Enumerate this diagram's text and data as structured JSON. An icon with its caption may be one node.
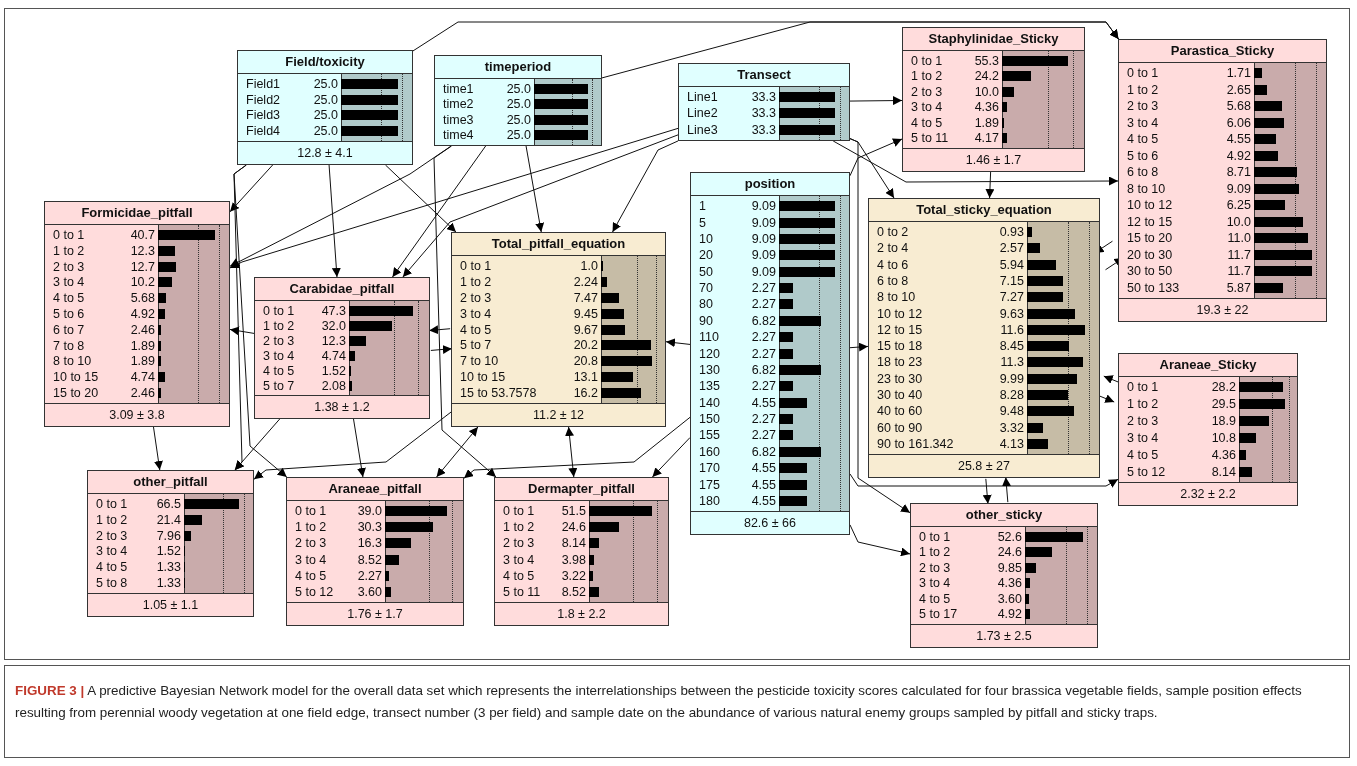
{
  "diagram": {
    "caption": "**FIGURE 3 |** A predictive Bayesian Network model for the overall data set which represents the interrelationships between the pesticide toxicity scores calculated for four brassica vegetable fields, sample position effects resulting from perennial woody vegetation at one field edge, transect number (3 per field) and sample date on the abundance of various natural enemy groups sampled by pitfall and sticky traps.",
    "nodes": [
      {
        "text": [
          "Field/toxicity",
          "Field1",
          "25.0",
          "Field2",
          "25.0",
          "Field3",
          "25.0",
          "Field4",
          "25.0",
          "12.8 ± 4.1"
        ]
      },
      {
        "text": [
          "timeperiod",
          "time1",
          "25.0",
          "time2",
          "25.0",
          "time3",
          "25.0",
          "time4",
          "25.0"
        ]
      },
      {
        "text": [
          "Transect",
          "Line1",
          "33.3",
          "Line2",
          "33.3",
          "Line3",
          "33.3"
        ]
      },
      {
        "text": [
          "Staphylinidae_Sticky",
          "0 to 1",
          "55.3",
          "1 to 2",
          "24.2",
          "2 to 3",
          "10.0",
          "3 to 4",
          "4.36",
          "4 to 5",
          "1.89",
          "5 to 11",
          "4.17",
          "1.46 ± 1.7"
        ]
      },
      {
        "text": [
          "Parastica_Sticky",
          "0 to 1",
          "1.71",
          "1 to 2",
          "2.65",
          "2 to 3",
          "5.68",
          "3 to 4",
          "6.06",
          "4 to 5",
          "4.55",
          "5 to 6",
          "4.92",
          "6 to 8",
          "8.71",
          "8 to 10",
          "9.09",
          "10 to 12",
          "6.25",
          "12 to 15",
          "10.0",
          "15 to 20",
          "11.0",
          "20 to 30",
          "11.7",
          "30 to 50",
          "11.7",
          "50 to 133",
          "5.87",
          "19.3 ± 22"
        ]
      },
      {
        "text": [
          "Formicidae_pitfall",
          "0 to 1",
          "40.7",
          "1 to 2",
          "12.3",
          "2 to 3",
          "12.7",
          "3 to 4",
          "10.2",
          "4 to 5",
          "5.68",
          "5 to 6",
          "4.92",
          "6 to 7",
          "2.46",
          "7 to 8",
          "1.89",
          "8 to 10",
          "1.89",
          "10 to 15",
          "4.74",
          "15 to 20",
          "2.46",
          "3.09 ± 3.8"
        ]
      },
      {
        "text": [
          "Carabidae_pitfall",
          "0 to 1",
          "47.3",
          "1 to 2",
          "32.0",
          "2 to 3",
          "12.3",
          "3 to 4",
          "4.74",
          "4 to 5",
          "1.52",
          "5 to 7",
          "2.08",
          "1.38 ± 1.2"
        ]
      },
      {
        "text": [
          "Total_pitfall_equation",
          "0 to 1",
          "1.0",
          "1 to 2",
          "2.24",
          "2 to 3",
          "7.47",
          "3 to 4",
          "9.45",
          "4 to 5",
          "9.67",
          "5 to 7",
          "20.2",
          "7 to 10",
          "20.8",
          "10 to 15",
          "13.1",
          "15 to 53.7578",
          "16.2",
          "11.2 ± 12"
        ]
      },
      {
        "text": [
          "position",
          "1",
          "9.09",
          "5",
          "9.09",
          "10",
          "9.09",
          "20",
          "9.09",
          "50",
          "9.09",
          "70",
          "2.27",
          "80",
          "2.27",
          "90",
          "6.82",
          "110",
          "2.27",
          "120",
          "2.27",
          "130",
          "6.82",
          "135",
          "2.27",
          "140",
          "4.55",
          "150",
          "2.27",
          "155",
          "2.27",
          "160",
          "6.82",
          "170",
          "4.55",
          "175",
          "4.55",
          "180",
          "4.55",
          "82.6 ± 66"
        ]
      },
      {
        "text": [
          "Total_sticky_equation",
          "0 to 2",
          "0.93",
          "2 to 4",
          "2.57",
          "4 to 6",
          "5.94",
          "6 to 8",
          "7.15",
          "8 to 10",
          "7.27",
          "10 to 12",
          "9.63",
          "12 to 15",
          "11.6",
          "15 to 18",
          "8.45",
          "18 to 23",
          "11.3",
          "23 to 30",
          "9.99",
          "30 to 40",
          "8.28",
          "40 to 60",
          "9.48",
          "60 to 90",
          "3.32",
          "90 to 161.342",
          "4.13",
          "25.8 ± 27"
        ]
      },
      {
        "text": [
          "Araneae_Sticky",
          "0 to 1",
          "28.2",
          "1 to 2",
          "29.5",
          "2 to 3",
          "18.9",
          "3 to 4",
          "10.8",
          "4 to 5",
          "4.36",
          "5 to 12",
          "8.14",
          "2.32 ± 2.2"
        ]
      },
      {
        "text": [
          "other_pitfall",
          "0 to 1",
          "66.5",
          "1 to 2",
          "21.4",
          "2 to 3",
          "7.96",
          "3 to 4",
          "1.52",
          "4 to 5",
          "1.33",
          "5 to 8",
          "1.33",
          "1.05 ± 1.1"
        ]
      },
      {
        "text": [
          "Araneae_pitfall",
          "0 to 1",
          "39.0",
          "1 to 2",
          "30.3",
          "2 to 3",
          "16.3",
          "3 to 4",
          "8.52",
          "4 to 5",
          "2.27",
          "5 to 12",
          "3.60",
          "1.76 ± 1.7"
        ]
      },
      {
        "text": [
          "Dermapter_pitfall",
          "0 to 1",
          "51.5",
          "1 to 2",
          "24.6",
          "2 to 3",
          "8.14",
          "3 to 4",
          "3.98",
          "4 to 5",
          "3.22",
          "5 to 11",
          "8.52",
          "1.8 ± 2.2"
        ]
      },
      {
        "text": [
          "other_sticky",
          "0 to 1",
          "52.6",
          "1 to 2",
          "24.6",
          "2 to 3",
          "9.85",
          "3 to 4",
          "4.36",
          "4 to 5",
          "3.60",
          "5 to 17",
          "4.92",
          "1.73 ± 2.5"
        ]
      }
    ],
    "edges": [
      {
        "from": 0,
        "to": 5,
        "arrow": "to"
      },
      {
        "from": 0,
        "to": 6,
        "arrow": "to"
      },
      {
        "from": 0,
        "to": 12,
        "arrow": "to"
      },
      {
        "from": 0,
        "to": 11,
        "arrow": "to"
      },
      {
        "from": 0,
        "to": 7,
        "arrow": "to"
      },
      {
        "from": 0,
        "to": 4,
        "arrow": "to"
      },
      {
        "from": 1,
        "to": 5,
        "arrow": "to"
      },
      {
        "from": 1,
        "to": 6,
        "arrow": "to"
      },
      {
        "from": 1,
        "to": 13,
        "arrow": "to"
      },
      {
        "from": 1,
        "to": 7,
        "arrow": "to"
      },
      {
        "from": 1,
        "to": 4,
        "arrow": "to"
      },
      {
        "from": 2,
        "to": 3,
        "arrow": "to"
      },
      {
        "from": 2,
        "to": 4,
        "arrow": "to"
      },
      {
        "from": 2,
        "to": 5,
        "arrow": "to"
      },
      {
        "from": 2,
        "to": 6,
        "arrow": "to"
      },
      {
        "from": 2,
        "to": 7,
        "arrow": "to"
      },
      {
        "from": 2,
        "to": 9,
        "arrow": "to"
      },
      {
        "from": 2,
        "to": 14,
        "arrow": "to"
      },
      {
        "from": 8,
        "to": 7,
        "arrow": "to"
      },
      {
        "from": 8,
        "to": 13,
        "arrow": "to"
      },
      {
        "from": 8,
        "to": 12,
        "arrow": "to"
      },
      {
        "from": 8,
        "to": 14,
        "arrow": "to"
      },
      {
        "from": 8,
        "to": 9,
        "arrow": "to"
      },
      {
        "from": 8,
        "to": 3,
        "arrow": "to"
      },
      {
        "from": 8,
        "to": 10,
        "arrow": "to"
      },
      {
        "from": 3,
        "to": 9,
        "arrow": "to"
      },
      {
        "from": 9,
        "to": 4,
        "arrow": "to"
      },
      {
        "from": 4,
        "to": 9,
        "arrow": "to"
      },
      {
        "from": 9,
        "to": 10,
        "arrow": "to"
      },
      {
        "from": 10,
        "to": 9,
        "arrow": "to"
      },
      {
        "from": 9,
        "to": 14,
        "arrow": "to"
      },
      {
        "from": 14,
        "to": 9,
        "arrow": "to"
      },
      {
        "from": 6,
        "to": 5,
        "arrow": "to"
      },
      {
        "from": 6,
        "to": 7,
        "arrow": "to"
      },
      {
        "from": 7,
        "to": 6,
        "arrow": "to"
      },
      {
        "from": 7,
        "to": 12,
        "arrow": "both"
      },
      {
        "from": 7,
        "to": 13,
        "arrow": "both"
      },
      {
        "from": 5,
        "to": 11,
        "arrow": "to"
      },
      {
        "from": 6,
        "to": 11,
        "arrow": "to"
      },
      {
        "from": 6,
        "to": 12,
        "arrow": "to"
      },
      {
        "from": 7,
        "to": 11,
        "arrow": "to"
      }
    ]
  }
}
